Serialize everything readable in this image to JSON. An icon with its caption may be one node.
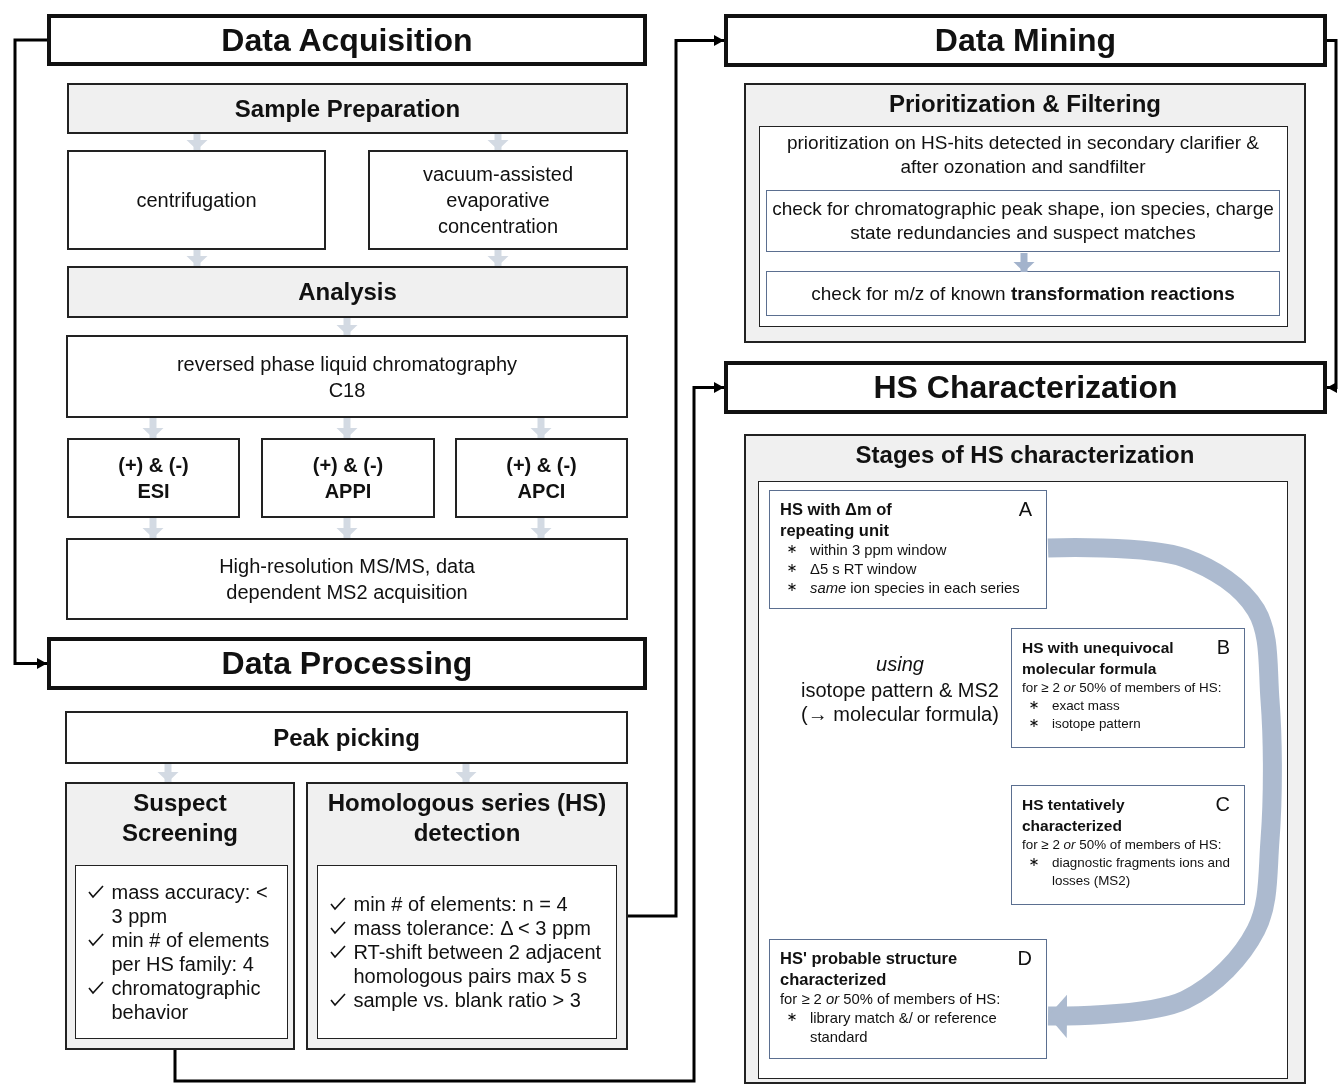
{
  "diagram": {
    "nodes": [
      {
        "text": [
          "Data Acquisition"
        ]
      },
      {
        "text": [
          "Sample Preparation"
        ]
      },
      {
        "text": [
          "centrifugation"
        ]
      },
      {
        "text": [
          "vacuum-assisted evaporative concentration"
        ]
      },
      {
        "text": [
          "Analysis"
        ]
      },
      {
        "text": [
          "reversed phase liquid chromatography C18"
        ]
      },
      {
        "text": [
          "(+) & (-) ESI"
        ]
      },
      {
        "text": [
          "(+) & (-) APPI"
        ]
      },
      {
        "text": [
          "(+) & (-) APCI"
        ]
      },
      {
        "text": [
          "High-resolution MS/MS, data dependent MS2 acquisition"
        ]
      },
      {
        "text": [
          "Data Processing"
        ]
      },
      {
        "text": [
          "Peak picking"
        ]
      },
      {
        "text": [
          "Suspect Screening"
        ]
      },
      {
        "text": [
          "mass accuracy: < 3 ppm",
          "min # of elements per HS family: 4",
          "chromatographic behavior"
        ],
        "in": 12
      },
      {
        "text": [
          "Homologous series (HS) detection"
        ]
      },
      {
        "text": [
          "min # of elements: n = 4",
          "mass tolerance: Δ < 3 ppm",
          "RT-shift between 2 adjacent homologous pairs max 5 s",
          "sample vs. blank ratio > 3"
        ],
        "in": 14
      },
      {
        "text": [
          "Data Mining"
        ]
      },
      {
        "text": [
          "Prioritization & Filtering"
        ]
      },
      {
        "text": [
          "prioritization on HS-hits detected in secondary clarifier & after ozonation and sandfilter"
        ],
        "in": 17
      },
      {
        "text": [
          "check for chromatographic peak shape, ion species, charge state redundancies and suspect matches"
        ],
        "in": 18
      },
      {
        "text": [
          "check for m/z of known **transformation reactions**"
        ],
        "in": 18
      },
      {
        "text": [
          "HS Characterization"
        ]
      },
      {
        "text": [
          "Stages of HS characterization"
        ]
      },
      {
        "text": [],
        "shape": "box",
        "in": 22
      },
      {
        "text": [
          "HS with Δm of repeating unit",
          "A",
          "within 3 ppm window",
          "Δ5 s RT window",
          "*same* ion species in each series"
        ],
        "in": 23
      },
      {
        "text": [
          "HS with unequivocal molecular formula",
          "B",
          "for ≥ 2 *or* 50% of members of HS:",
          "exact mass",
          "isotope pattern"
        ],
        "in": 23
      },
      {
        "text": [
          "HS tentatively characterized",
          "C",
          "for ≥ 2 *or* 50% of members of HS:",
          "diagnostic fragments ions and losses (MS2)"
        ],
        "in": 23
      },
      {
        "text": [
          "HS' probable structure characterized",
          "D",
          "for ≥ 2 *or* 50% of members of HS:",
          "library match &/ or reference standard"
        ],
        "in": 23
      }
    ],
    "edges": [
      {
        "from": 0,
        "to": 10,
        "arrow": "to",
        "color": "#000000"
      },
      {
        "from": 1,
        "to": 2,
        "arrow": "to"
      },
      {
        "from": 1,
        "to": 3,
        "arrow": "to"
      },
      {
        "from": 2,
        "to": 4,
        "arrow": "to"
      },
      {
        "from": 3,
        "to": 4,
        "arrow": "to"
      },
      {
        "from": 4,
        "to": 5,
        "arrow": "to"
      },
      {
        "from": 5,
        "to": 6,
        "arrow": "to"
      },
      {
        "from": 5,
        "to": 7,
        "arrow": "to"
      },
      {
        "from": 5,
        "to": 8,
        "arrow": "to"
      },
      {
        "from": 6,
        "to": 9,
        "arrow": "to"
      },
      {
        "from": 7,
        "to": 9,
        "arrow": "to"
      },
      {
        "from": 8,
        "to": 9,
        "arrow": "to"
      },
      {
        "from": 11,
        "to": 12,
        "arrow": "to"
      },
      {
        "from": 11,
        "to": 14,
        "arrow": "to"
      },
      {
        "from": 14,
        "to": 16,
        "arrow": "to",
        "color": "#000000"
      },
      {
        "from": 12,
        "to": 21,
        "arrow": "to",
        "color": "#000000"
      },
      {
        "from": 16,
        "to": 21,
        "arrow": "to",
        "color": "#000000"
      },
      {
        "from": 19,
        "to": 20,
        "arrow": "to",
        "color": "#a3b3cc"
      },
      {
        "from": 24,
        "to": 27,
        "arrow": "to",
        "style": "thick",
        "color": "#9eafc7"
      }
    ],
    "labels": [
      "using",
      "isotope pattern & MS2 (→ molecular formula)"
    ]
  }
}
